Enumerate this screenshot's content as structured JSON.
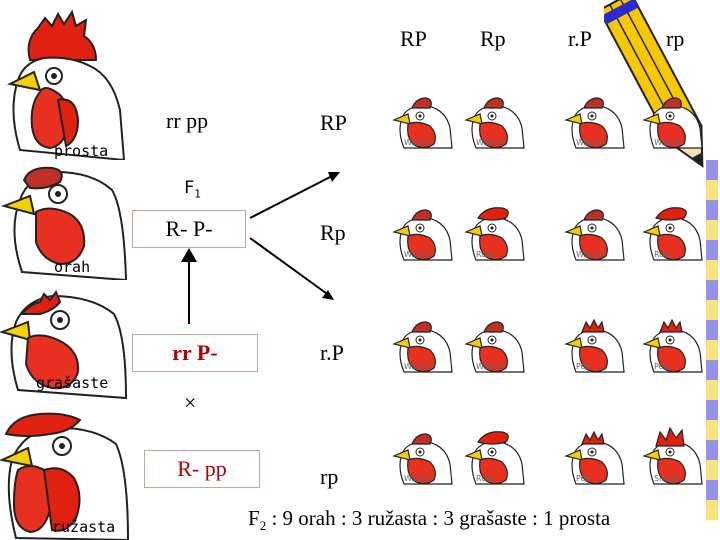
{
  "gametes_header": [
    "RP",
    "Rp",
    "r.P",
    "rp"
  ],
  "gamete_rows": [
    "RP",
    "Rp",
    "r.P",
    "rp"
  ],
  "parents": {
    "label_f1": "F",
    "label_f1_sub": "1",
    "genotype_top": "rr pp",
    "f1_genotype": "R- P-",
    "parent_1": "rr P-",
    "parent_2": "R- pp",
    "cross_symbol": "×"
  },
  "breeds": {
    "prosta": "prosta",
    "orah": "orah",
    "grasaste": "grašaste",
    "ruzasta": "ružasta"
  },
  "grid_labels": {
    "row1": [
      "Walnut",
      "Walnut",
      "Walnut",
      "Walnut"
    ],
    "row2": [
      "Walnut",
      "Rose",
      "Walnut",
      "Rose"
    ],
    "row3": [
      "Walnut",
      "Walnut",
      "Pea",
      "Pea"
    ],
    "row4": [
      "Walnut",
      "Rose",
      "Pea",
      "Single"
    ]
  },
  "ratio": {
    "prefix": "F",
    "sub": "2",
    "text": ": 9 orah : 3 ružasta : 3 grašaste : 1 prosta"
  },
  "colors": {
    "comb_red": "#e02010",
    "wattle_red": "#e83020",
    "beak": "#f4d000",
    "outline": "#222222",
    "box_border": "#c9a59c",
    "pencil_yellow": "#f6c800",
    "pencil_blue": "#2a2ad0"
  }
}
